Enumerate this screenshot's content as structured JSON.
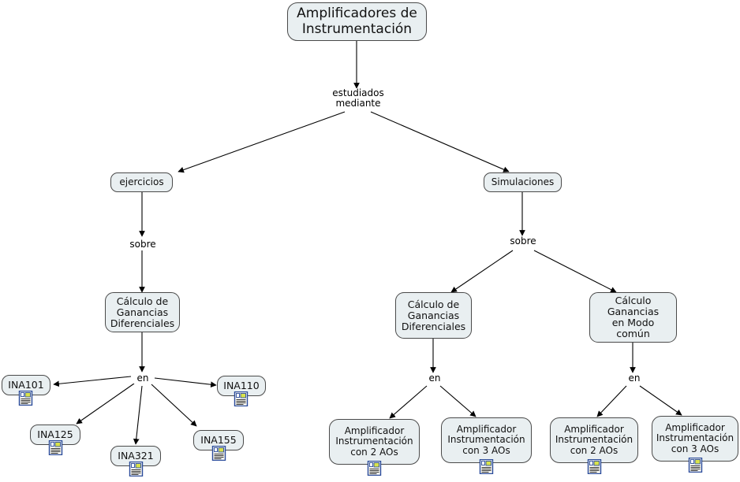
{
  "map": {
    "title": "Amplificadores de Instrumentación",
    "background_color": "#ffffff",
    "node_fill_color": "#e9eff1",
    "node_border_color": "#4a4a4a",
    "edge_color": "#000000"
  },
  "nodes": {
    "root": {
      "label": "Amplificadores de\nInstrumentación"
    },
    "ejercicios": {
      "label": "ejercicios"
    },
    "simulaciones": {
      "label": "Simulaciones"
    },
    "calc_dif_left": {
      "label": "Cálculo de\nGanancias\nDiferenciales"
    },
    "calc_dif_right": {
      "label": "Cálculo de\nGanancias\nDiferenciales"
    },
    "calc_modo_comun": {
      "label": "Cálculo\nGanancias\nen Modo común"
    },
    "ina101": {
      "label": "INA101",
      "icon": "resource-document-icon"
    },
    "ina110": {
      "label": "INA110",
      "icon": "resource-document-icon"
    },
    "ina125": {
      "label": "INA125",
      "icon": "resource-document-icon"
    },
    "ina321": {
      "label": "INA321",
      "icon": "resource-document-icon"
    },
    "ina155": {
      "label": "INA155",
      "icon": "resource-document-icon"
    },
    "amp_dif_2ao": {
      "label": "Amplificador\nInstrumentación\ncon 2 AOs",
      "icon": "resource-document-icon"
    },
    "amp_dif_3ao": {
      "label": "Amplificador\nInstrumentación\ncon 3 AOs",
      "icon": "resource-document-icon"
    },
    "amp_mc_2ao": {
      "label": "Amplificador\nInstrumentación\ncon 2 AOs",
      "icon": "resource-document-icon"
    },
    "amp_mc_3ao": {
      "label": "Amplificador\nInstrumentación\ncon 3 AOs",
      "icon": "resource-document-icon"
    }
  },
  "link_labels": {
    "estudiados_mediante": "estudiados\nmediante",
    "sobre_left": "sobre",
    "sobre_right": "sobre",
    "en_left": "en",
    "en_dif_right": "en",
    "en_modo_comun": "en"
  }
}
